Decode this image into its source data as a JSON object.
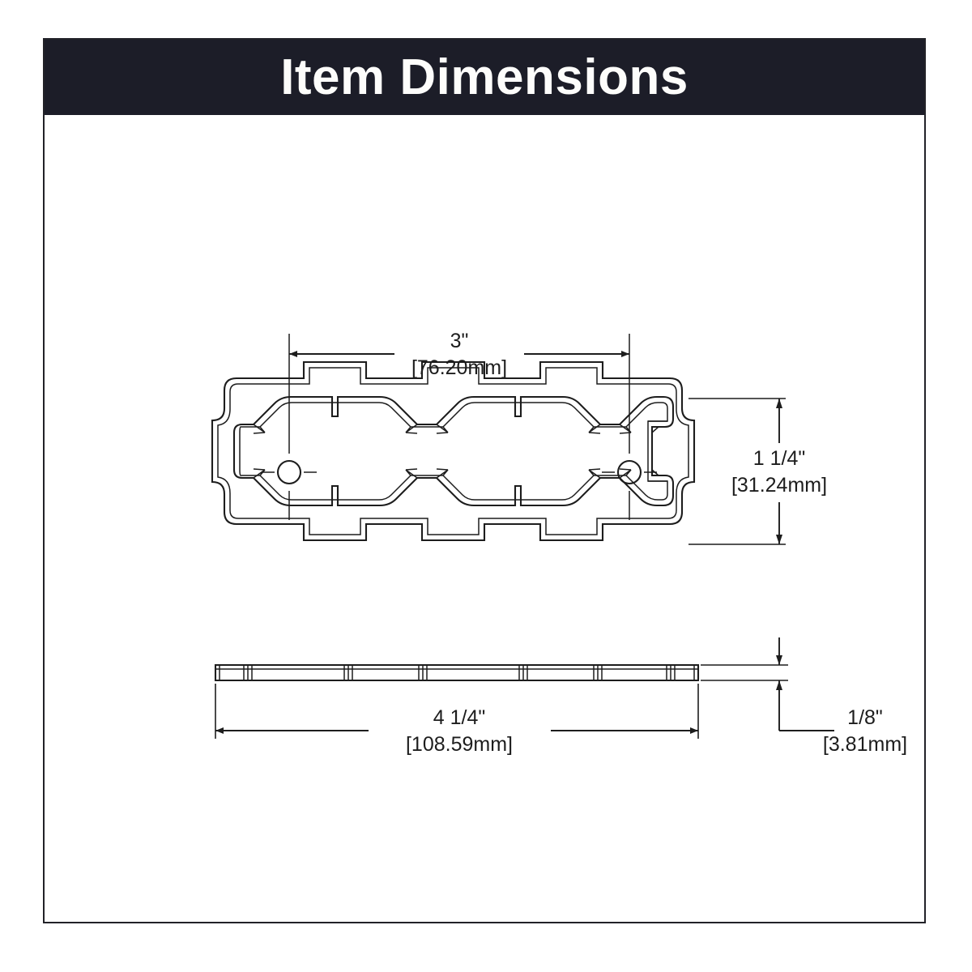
{
  "page": {
    "background_color": "#ffffff",
    "frame_color": "#222228"
  },
  "banner": {
    "title": "Item Dimensions",
    "background_color": "#1c1d28",
    "text_color": "#fdfdfb"
  },
  "drawing": {
    "line_color": "#1d1d1d",
    "views": [
      {
        "name": "front-view",
        "description": "backplate face with two screw holes"
      },
      {
        "name": "side-view",
        "description": "edge profile showing thickness"
      }
    ]
  },
  "dimensions": {
    "hole_spacing": {
      "name": "hole-spacing-dimension",
      "inches": "3\"",
      "metric": "[76.20mm]",
      "orientation": "horizontal",
      "view": "front-view"
    },
    "height": {
      "name": "height-dimension",
      "inches": "1 1/4\"",
      "metric": "[31.24mm]",
      "orientation": "vertical",
      "view": "front-view"
    },
    "length": {
      "name": "length-dimension",
      "inches": "4 1/4\"",
      "metric": "[108.59mm]",
      "orientation": "horizontal",
      "view": "side-view"
    },
    "thickness": {
      "name": "thickness-dimension",
      "inches": "1/8\"",
      "metric": "[3.81mm]",
      "orientation": "vertical",
      "view": "side-view"
    }
  }
}
